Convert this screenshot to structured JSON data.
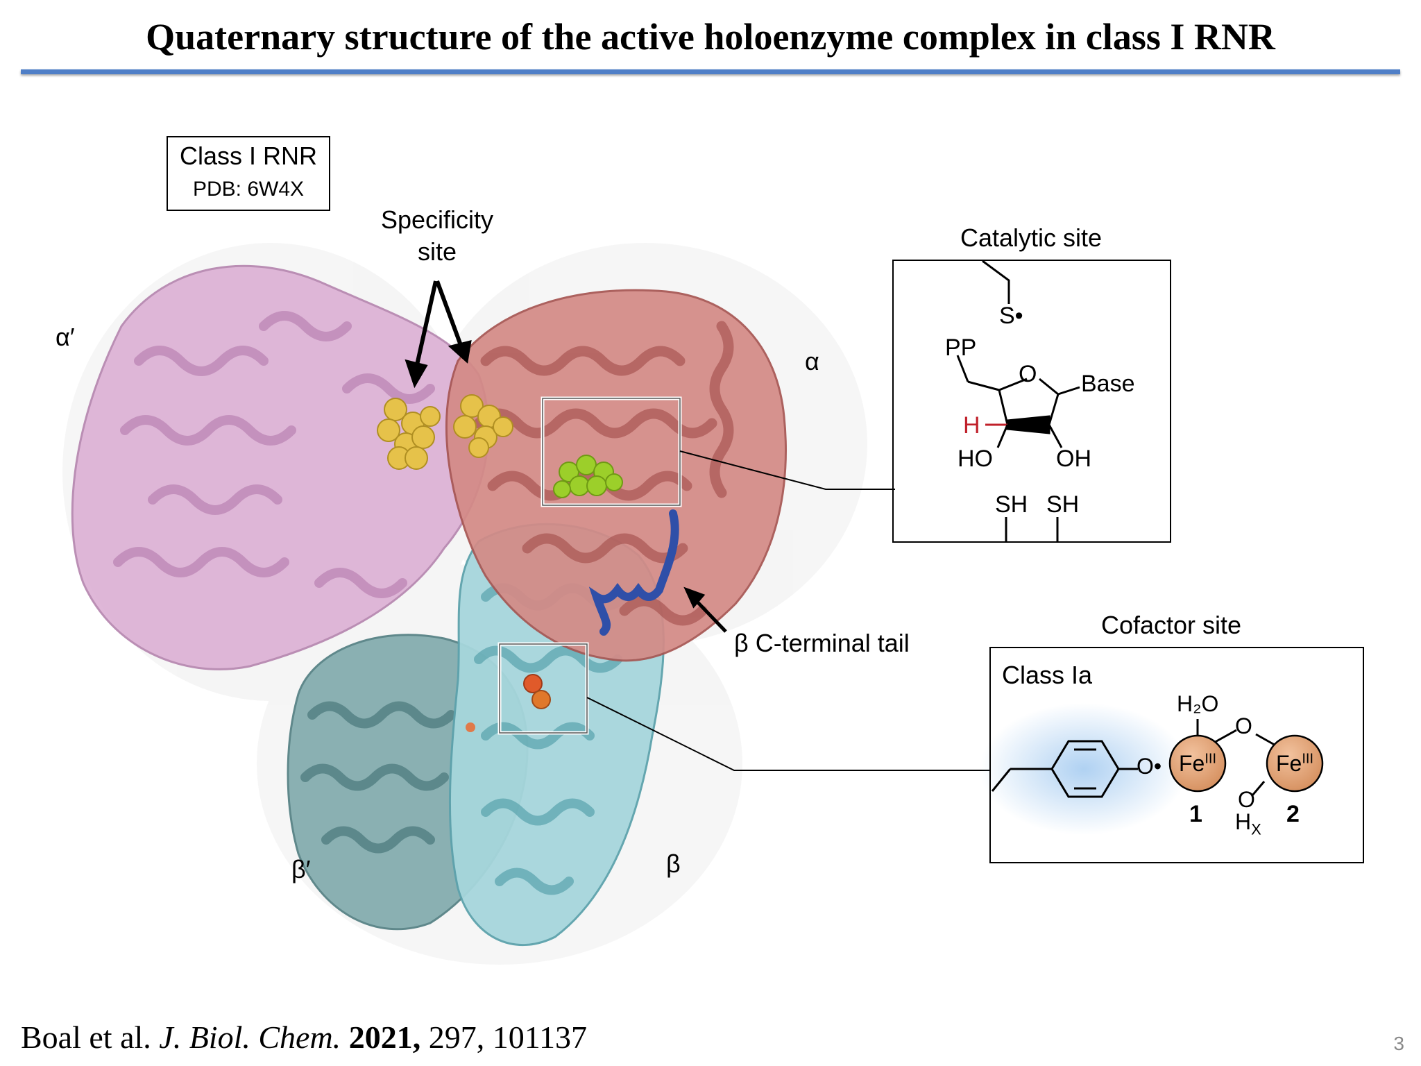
{
  "slide": {
    "title": "Quaternary structure of the active holoenzyme complex in class I RNR",
    "page_number": "3"
  },
  "pdb_box": {
    "line1": "Class I RNR",
    "line2": "PDB: 6W4X"
  },
  "labels": {
    "specificity_site_line1": "Specificity",
    "specificity_site_line2": "site",
    "alpha_prime": "α′",
    "alpha": "α",
    "beta_prime": "β′",
    "beta": "β",
    "beta_tail": "β C-terminal tail",
    "catalytic_site": "Catalytic site",
    "cofactor_site": "Cofactor site"
  },
  "catalytic": {
    "s_radical": "S•",
    "pp": "PP",
    "o": "O",
    "base": "Base",
    "h": "H",
    "ho": "HO",
    "oh": "OH",
    "sh1": "SH",
    "sh2": "SH"
  },
  "cofactor": {
    "class_label": "Class Ia",
    "o_radical": "O•",
    "h2o": "H₂O",
    "bridge_o": "O",
    "fe1": "Fe",
    "fe1_sup": "III",
    "fe2": "Fe",
    "fe2_sup": "III",
    "fe1_num": "1",
    "fe2_num": "2",
    "o_lower": "O",
    "hx_h": "H",
    "hx_x": "X"
  },
  "citation": {
    "authors": "Boal et al.",
    "journal": "J. Biol. Chem.",
    "year": "2021,",
    "rest": "297, 101137"
  },
  "colors": {
    "rule": "#4f7fc7",
    "alpha_prime": "#d9a6d1",
    "alpha": "#c97a78",
    "beta": "#8cc7cf",
    "beta_prime": "#6a9c9e",
    "specificity": "#e6c24a",
    "catalytic_ligand": "#9ccf2a",
    "tail": "#2f4fa8",
    "iron": "#e0a57a",
    "h_red": "#c0202a"
  }
}
